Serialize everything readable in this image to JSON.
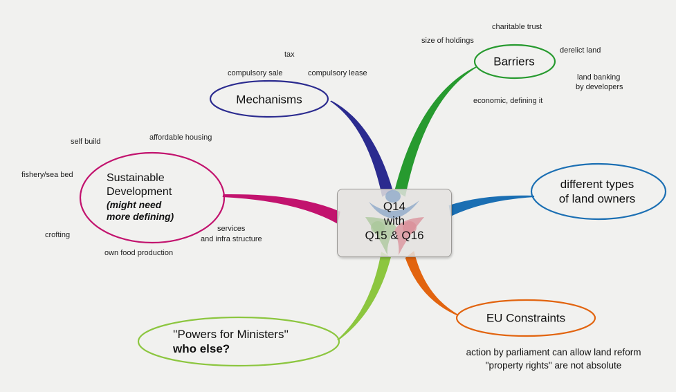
{
  "center": {
    "lines": [
      "Q14",
      "with",
      "Q15 & Q16"
    ],
    "icon": "people-logo-icon"
  },
  "colors": {
    "mechanisms": "#2b2b8f",
    "barriers": "#279a2f",
    "owners": "#1b6fb3",
    "eu": "#e2640f",
    "powers": "#8cc63f",
    "sustainable": "#c2136e",
    "background": "#f1f1ef"
  },
  "nodes": {
    "mechanisms": {
      "title": "Mechanisms",
      "children": [
        "tax",
        "compulsory sale",
        "compulsory lease"
      ]
    },
    "barriers": {
      "title": "Barriers",
      "children": [
        "charitable trust",
        "size of holdings",
        "derelict land",
        "land banking",
        "by developers",
        "economic, defining it"
      ]
    },
    "owners": {
      "line1": "different types",
      "line2": "of land owners"
    },
    "eu": {
      "title": "EU Constraints",
      "notes": [
        "action by parliament can allow land reform",
        "\"property rights\" are not absolute"
      ]
    },
    "powers": {
      "line1": "''Powers for Ministers''",
      "line2": "who else?"
    },
    "sustainable": {
      "line1": "Sustainable",
      "line2": "Development",
      "line3": "(might need",
      "line4": "more defining)",
      "children": [
        "self build",
        "affordable housing",
        "fishery/sea bed",
        "crofting",
        "own food production",
        "services",
        "and infra structure"
      ]
    }
  }
}
